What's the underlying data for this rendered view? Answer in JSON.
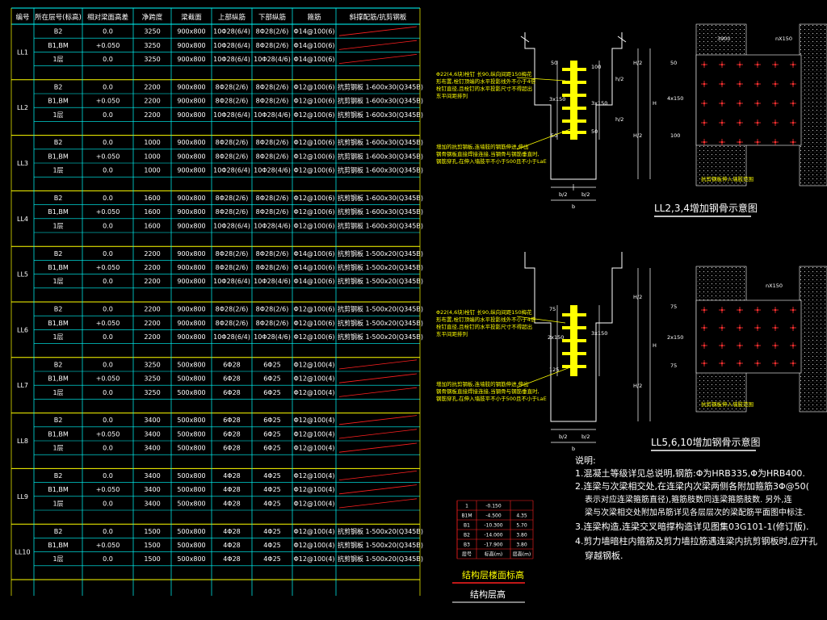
{
  "table": {
    "headers": [
      "编号",
      "所在层号(标高)",
      "相对梁面高差",
      "净跨度",
      "梁截面",
      "上部纵筋",
      "下部纵筋",
      "箍筋",
      "斜撑配筋/抗剪钢板"
    ],
    "groups": [
      {
        "id": "LL1",
        "rows": [
          [
            "B2",
            "0.0",
            "3250",
            "900x800",
            "10Φ28(6/4)",
            "8Φ28(2/6)",
            "Φ14@100(6)",
            ""
          ],
          [
            "B1,BM",
            "+0.050",
            "3250",
            "900x800",
            "10Φ28(6/4)",
            "8Φ28(2/6)",
            "Φ14@100(6)",
            ""
          ],
          [
            "1层",
            "0.0",
            "3250",
            "900x800",
            "10Φ28(6/4)",
            "10Φ28(4/6)",
            "Φ14@100(6)",
            ""
          ]
        ]
      },
      {
        "id": "LL2",
        "rows": [
          [
            "B2",
            "0.0",
            "2200",
            "900x800",
            "8Φ28(2/6)",
            "8Φ28(2/6)",
            "Φ12@100(6)",
            "抗剪钢板 1-600x30(Q345B)"
          ],
          [
            "B1,BM",
            "+0.050",
            "2200",
            "900x800",
            "8Φ28(2/6)",
            "8Φ28(2/6)",
            "Φ12@100(6)",
            "抗剪钢板 1-600x30(Q345B)"
          ],
          [
            "1层",
            "0.0",
            "2200",
            "900x800",
            "10Φ28(6/4)",
            "10Φ28(4/6)",
            "Φ12@100(6)",
            "抗剪钢板 1-600x30(Q345B)"
          ]
        ]
      },
      {
        "id": "LL3",
        "rows": [
          [
            "B2",
            "0.0",
            "1000",
            "900x800",
            "8Φ28(2/6)",
            "8Φ28(2/6)",
            "Φ12@100(6)",
            "抗剪钢板 1-600x30(Q345B)"
          ],
          [
            "B1,BM",
            "+0.050",
            "1000",
            "900x800",
            "8Φ28(2/6)",
            "8Φ28(2/6)",
            "Φ12@100(6)",
            "抗剪钢板 1-600x30(Q345B)"
          ],
          [
            "1层",
            "0.0",
            "1000",
            "900x800",
            "10Φ28(6/4)",
            "10Φ28(4/6)",
            "Φ12@100(6)",
            "抗剪钢板 1-600x30(Q345B)"
          ]
        ]
      },
      {
        "id": "LL4",
        "rows": [
          [
            "B2",
            "0.0",
            "1600",
            "900x800",
            "8Φ28(2/6)",
            "8Φ28(2/6)",
            "Φ12@100(6)",
            "抗剪钢板 1-600x30(Q345B)"
          ],
          [
            "B1,BM",
            "+0.050",
            "1600",
            "900x800",
            "8Φ28(2/6)",
            "8Φ28(2/6)",
            "Φ12@100(6)",
            "抗剪钢板 1-600x30(Q345B)"
          ],
          [
            "1层",
            "0.0",
            "1600",
            "900x800",
            "10Φ28(6/4)",
            "10Φ28(4/6)",
            "Φ12@100(6)",
            "抗剪钢板 1-600x30(Q345B)"
          ]
        ]
      },
      {
        "id": "LL5",
        "rows": [
          [
            "B2",
            "0.0",
            "2200",
            "900x800",
            "8Φ28(2/6)",
            "8Φ28(2/6)",
            "Φ14@100(6)",
            "抗剪钢板 1-500x20(Q345B)"
          ],
          [
            "B1,BM",
            "+0.050",
            "2200",
            "900x800",
            "8Φ28(2/6)",
            "8Φ28(2/6)",
            "Φ14@100(6)",
            "抗剪钢板 1-500x20(Q345B)"
          ],
          [
            "1层",
            "0.0",
            "2200",
            "900x800",
            "10Φ28(6/4)",
            "10Φ28(4/6)",
            "Φ14@100(6)",
            "抗剪钢板 1-500x20(Q345B)"
          ]
        ]
      },
      {
        "id": "LL6",
        "rows": [
          [
            "B2",
            "0.0",
            "2200",
            "900x800",
            "8Φ28(2/6)",
            "8Φ28(2/6)",
            "Φ12@100(6)",
            "抗剪钢板 1-500x20(Q345B)"
          ],
          [
            "B1,BM",
            "+0.050",
            "2200",
            "900x800",
            "8Φ28(2/6)",
            "8Φ28(2/6)",
            "Φ12@100(6)",
            "抗剪钢板 1-500x20(Q345B)"
          ],
          [
            "1层",
            "0.0",
            "2200",
            "900x800",
            "10Φ28(6/4)",
            "10Φ28(4/6)",
            "Φ12@100(6)",
            "抗剪钢板 1-500x20(Q345B)"
          ]
        ]
      },
      {
        "id": "LL7",
        "rows": [
          [
            "B2",
            "0.0",
            "3250",
            "500x800",
            "6Φ28",
            "6Φ25",
            "Φ12@100(4)",
            ""
          ],
          [
            "B1,BM",
            "+0.050",
            "3250",
            "500x800",
            "6Φ28",
            "6Φ25",
            "Φ12@100(4)",
            ""
          ],
          [
            "1层",
            "0.0",
            "3250",
            "500x800",
            "6Φ28",
            "6Φ25",
            "Φ12@100(4)",
            ""
          ]
        ]
      },
      {
        "id": "LL8",
        "rows": [
          [
            "B2",
            "0.0",
            "3400",
            "500x800",
            "6Φ28",
            "6Φ25",
            "Φ12@100(4)",
            ""
          ],
          [
            "B1,BM",
            "+0.050",
            "3400",
            "500x800",
            "6Φ28",
            "6Φ25",
            "Φ12@100(4)",
            ""
          ],
          [
            "1层",
            "0.0",
            "3400",
            "500x800",
            "6Φ28",
            "6Φ25",
            "Φ12@100(4)",
            ""
          ]
        ]
      },
      {
        "id": "LL9",
        "rows": [
          [
            "B2",
            "0.0",
            "3400",
            "500x800",
            "4Φ28",
            "4Φ25",
            "Φ12@100(4)",
            ""
          ],
          [
            "B1,BM",
            "+0.050",
            "3400",
            "500x800",
            "4Φ28",
            "4Φ25",
            "Φ12@100(4)",
            ""
          ],
          [
            "1层",
            "0.0",
            "3400",
            "500x800",
            "4Φ28",
            "4Φ25",
            "Φ12@100(4)",
            ""
          ]
        ]
      },
      {
        "id": "LL10",
        "rows": [
          [
            "B2",
            "0.0",
            "1500",
            "500x800",
            "4Φ28",
            "4Φ25",
            "Φ12@100(4)",
            "抗剪钢板 1-500x20(Q345B)"
          ],
          [
            "B1,BM",
            "+0.050",
            "1500",
            "500x800",
            "4Φ28",
            "4Φ25",
            "Φ12@100(4)",
            "抗剪钢板 1-500x20(Q345B)"
          ],
          [
            "1层",
            "0.0",
            "1500",
            "500x800",
            "4Φ28",
            "4Φ25",
            "Φ12@100(4)",
            "抗剪钢板 1-500x20(Q345B)"
          ]
        ]
      }
    ]
  },
  "diagram_top": {
    "title": "LL2,3,4增加钢骨示意图",
    "note1": [
      "Φ22(4,6块)栓钉 长90,纵向间距150梅花",
      "形布置,栓钉顶端的水平投影线外不小于4倍",
      "栓钉直径,且栓钉的水平投影尺寸不得超出",
      "东平间距排列"
    ],
    "note2": [
      "增加的抗剪钢板,连墙肢的钢筋伸进,伸出",
      "钢骨钢板直接焊接连接,当钢骨与钢筋垂直时,",
      "钢筋穿孔,在伸入墙肢平不小于500且不小于LaE"
    ],
    "dims": {
      "b_half": "b/2",
      "b": "b",
      "h_half": "h/2",
      "h": "H",
      "h2": "H/2",
      "d50": "50",
      "d100": "100",
      "d3x150": "3x150",
      "d4x150": "4x150",
      "nx150": "nX150",
      "l3900": "3900"
    },
    "hatch_label": "抗剪钢板伸入墙肢范围"
  },
  "diagram_bottom": {
    "title": "LL5,6,10增加钢骨示意图",
    "note1": [
      "Φ22(4,6块)栓钉 长90,纵向间距150梅花",
      "形布置,栓钉顶端的水平投影线外不小于4倍",
      "栓钉直径,且栓钉的水平投影尺寸不得超出",
      "东平间距排列"
    ],
    "note2": [
      "增加的抗剪钢板,连墙肢的钢筋伸进,伸出",
      "钢骨钢板直接焊接连接,当钢骨与钢筋垂直时,",
      "钢筋穿孔,在伸入墙肢平不小于500且不小于LaE"
    ],
    "dims": {
      "b_half": "b/2",
      "b": "b",
      "h": "H",
      "h2": "H/2",
      "d125": "125",
      "d75": "75",
      "d2x150": "2x150",
      "d3x150": "3x150",
      "nx150": "nX150"
    },
    "hatch_label": "抗剪钢板伸入墙肢范围"
  },
  "notes": {
    "heading": "说明:",
    "items": [
      "1.混凝土等级详见总说明,钢筋:Φ为HRB335,Φ为HRB400.",
      "2.连梁与次梁相交处,在连梁内次梁两侧各附加箍筋3Φ@50(",
      "表示对应连梁箍筋直径),箍筋肢数同连梁箍筋肢数. 另外,连",
      "梁与次梁相交处附加吊筋详见各层层次的梁配筋平面图中标注.",
      "3.连梁构造,连梁交叉暗撑构造详见图集03G101-1(修订版).",
      "4.剪力墙暗柱内箍筋及剪力墙拉筋遇连梁内抗剪钢板时,应开孔",
      "穿越钢板."
    ]
  },
  "level_table": {
    "rows": [
      [
        "1",
        "-0.150",
        ""
      ],
      [
        "B1M",
        "-4.500",
        "4.35"
      ],
      [
        "B1",
        "-10.300",
        "5.70"
      ],
      [
        "B2",
        "-14.000",
        "3.80"
      ],
      [
        "B3",
        "-17.900",
        "3.80"
      ],
      [
        "层号",
        "标高(m)",
        "层高(m)"
      ]
    ],
    "title": "结构层楼面标高",
    "subtitle": "结构层高"
  }
}
